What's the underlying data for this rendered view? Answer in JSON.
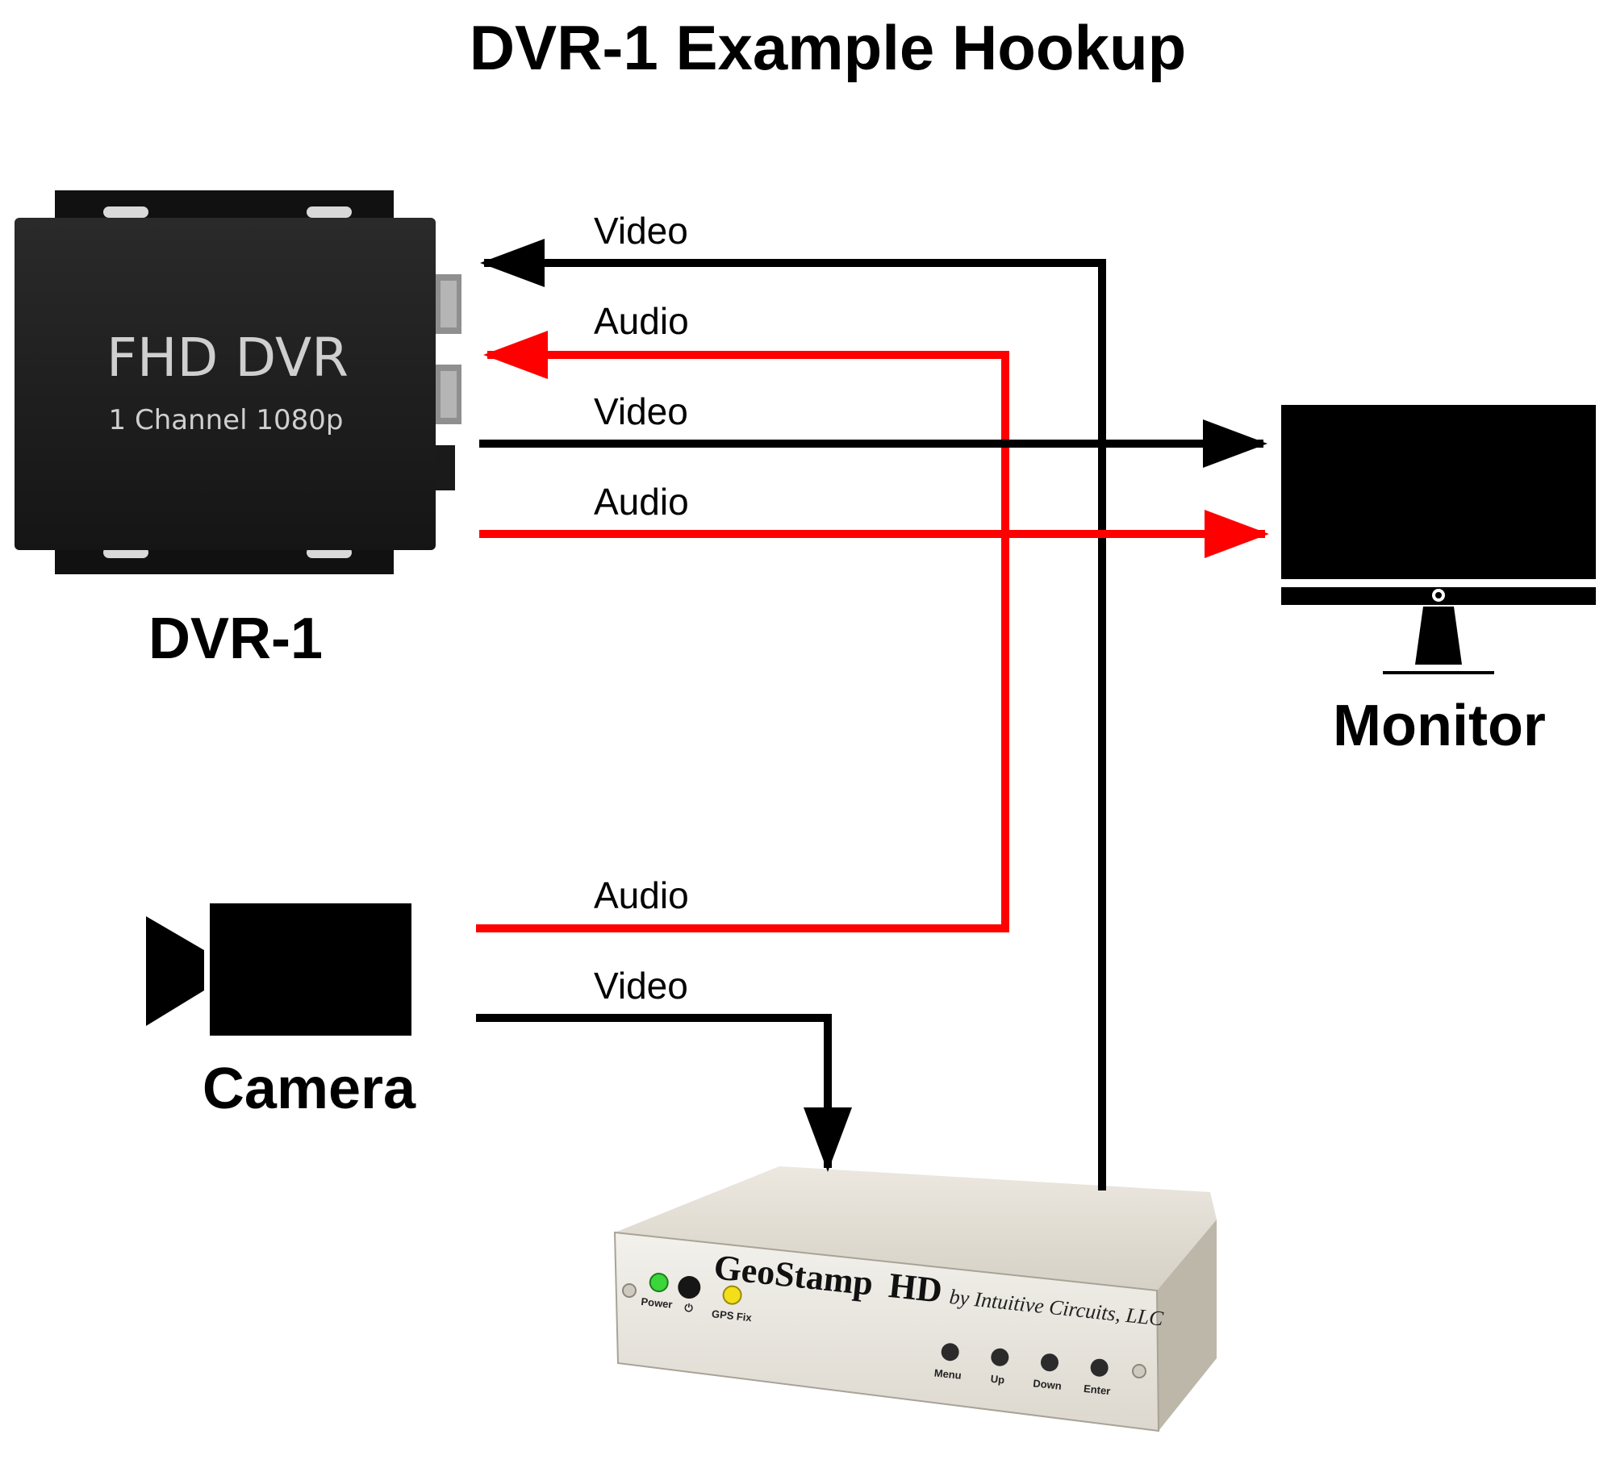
{
  "title": "DVR-1 Example Hookup",
  "devices": {
    "dvr": {
      "name": "DVR-1",
      "face_line1": "FHD DVR",
      "face_line2": "1 Channel 1080p"
    },
    "monitor": {
      "name": "Monitor"
    },
    "camera": {
      "name": "Camera"
    },
    "geostamp": {
      "brand": "GeoStamp",
      "brand_suffix": "HD",
      "maker": "by Intuitive Circuits, LLC",
      "led_power": "Power",
      "power_symbol": "⏻",
      "led_gps": "GPS Fix",
      "buttons": [
        "Menu",
        "Up",
        "Down",
        "Enter"
      ]
    }
  },
  "connections": [
    {
      "label": "Video",
      "color": "#000000"
    },
    {
      "label": "Audio",
      "color": "#ff0000"
    },
    {
      "label": "Video",
      "color": "#000000"
    },
    {
      "label": "Audio",
      "color": "#ff0000"
    },
    {
      "label": "Audio",
      "color": "#ff0000"
    },
    {
      "label": "Video",
      "color": "#000000"
    }
  ]
}
